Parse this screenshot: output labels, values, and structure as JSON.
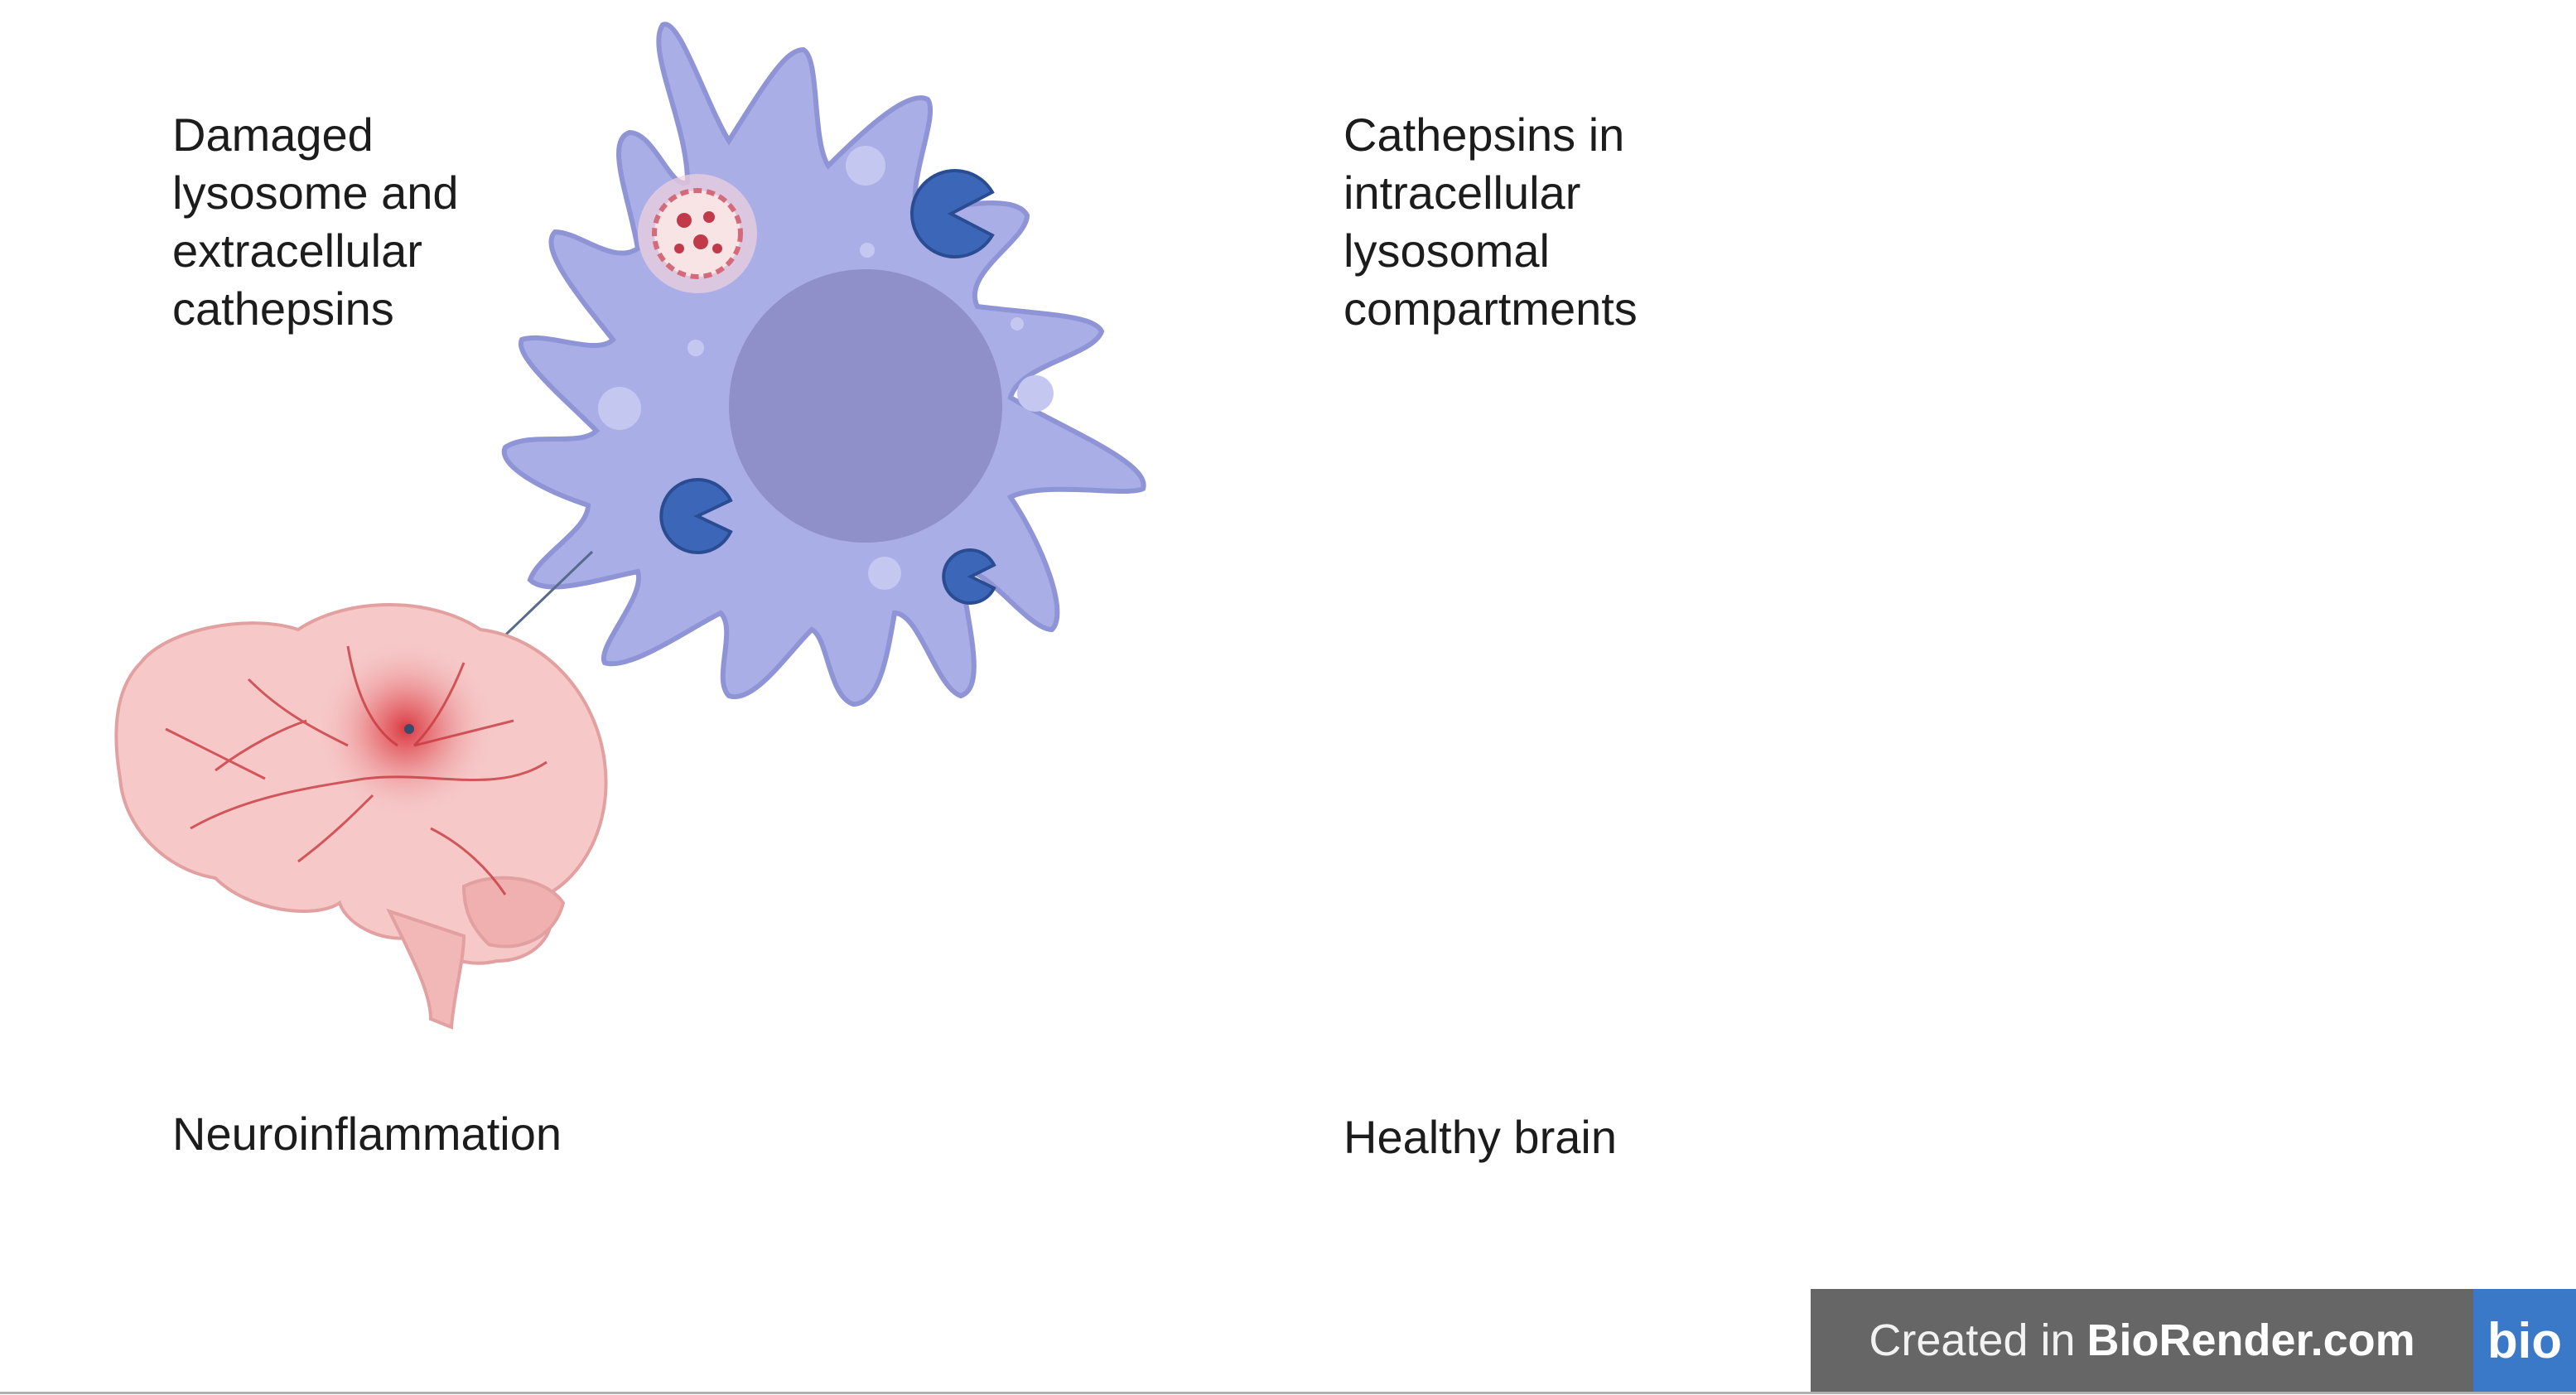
{
  "left_panel": {
    "cell_label": [
      "Damaged",
      "lysosome and",
      "extracellular",
      "cathepsins"
    ],
    "brain_label": "Neuroinflammation"
  },
  "right_panel": {
    "cell_label": [
      "Cathepsins in",
      "intracellular",
      "lysosomal",
      "compartments"
    ],
    "brain_label": "Healthy brain"
  },
  "footer": {
    "prefix": "Created in",
    "brand": "BioRender.com",
    "logo": "bio"
  },
  "colors": {
    "cell_body": "#a9aee6",
    "cell_outline": "#8f94d6",
    "nucleus": "#8f8fca",
    "cathepsin": "#3c66b8",
    "brain": "#f6c8c8",
    "brain_vessel": "#c8393e",
    "inflammation": "#d8303a"
  }
}
